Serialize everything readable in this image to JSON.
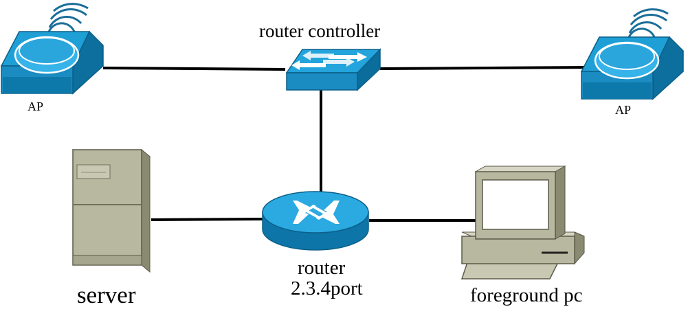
{
  "labels": {
    "ap_left": "AP",
    "ap_right": "AP",
    "router_controller": "router controller",
    "router_line1": "router",
    "router_line2": "2.3.4port",
    "server": "server",
    "foreground_pc": "foreground pc"
  }
}
